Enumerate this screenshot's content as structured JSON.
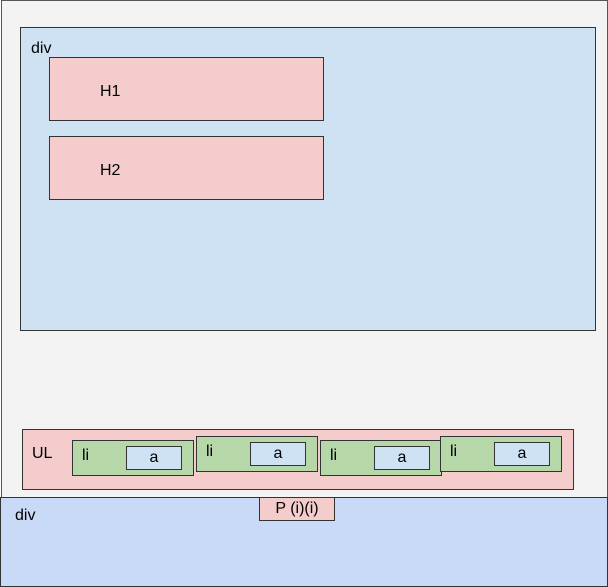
{
  "diagram": {
    "top_div": {
      "label": "div"
    },
    "h1": {
      "label": "H1"
    },
    "h2": {
      "label": "H2"
    },
    "ul": {
      "label": "UL",
      "items": [
        {
          "label": "li",
          "link_label": "a"
        },
        {
          "label": "li",
          "link_label": "a"
        },
        {
          "label": "li",
          "link_label": "a"
        },
        {
          "label": "li",
          "link_label": "a"
        }
      ]
    },
    "bottom_div": {
      "label": "div"
    },
    "paragraph": {
      "label": "P (i)(i)"
    }
  },
  "colors": {
    "page_background": "#f3f3f3",
    "div_blue": "#cfe2f3",
    "heading_pink": "#f4cccc",
    "list_item_green": "#b6d7a8",
    "bottom_div_blue": "#c9daf8"
  }
}
